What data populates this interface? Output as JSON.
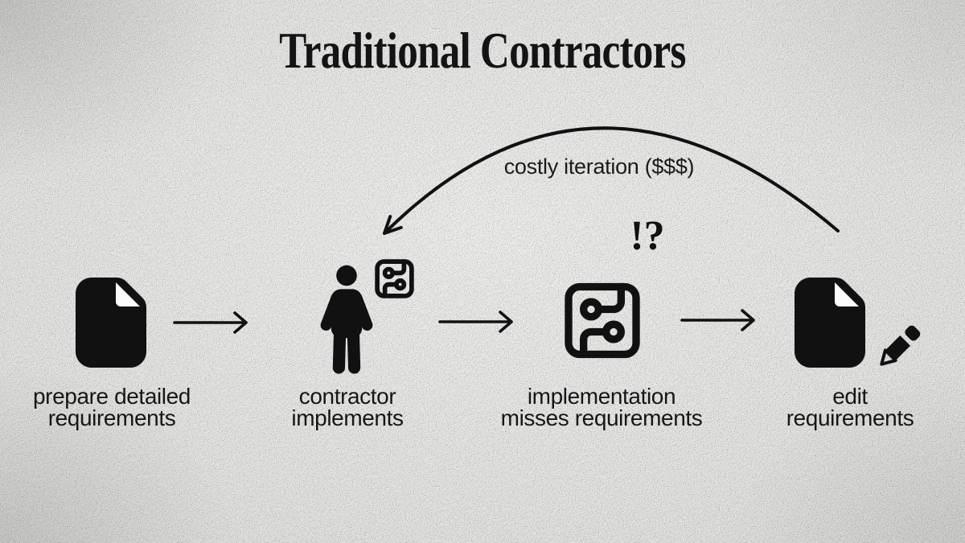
{
  "title": "Traditional Contractors",
  "loop": {
    "label": "costly iteration ($$$)"
  },
  "steps": [
    {
      "icon": "document-icon",
      "label_line1": "prepare detailed",
      "label_line2": "requirements"
    },
    {
      "icon": "contractor-person-icon",
      "label_line1": "contractor",
      "label_line2": "implements"
    },
    {
      "icon": "circuit-board-icon",
      "label_line1": "implementation",
      "label_line2": "misses requirements",
      "alert": "!?"
    },
    {
      "icon": "document-pencil-icon",
      "label_line1": "edit",
      "label_line2": "requirements"
    }
  ],
  "colors": {
    "ink": "#111111",
    "background_light": "#efefed",
    "background_dark": "#d8d8d6"
  }
}
